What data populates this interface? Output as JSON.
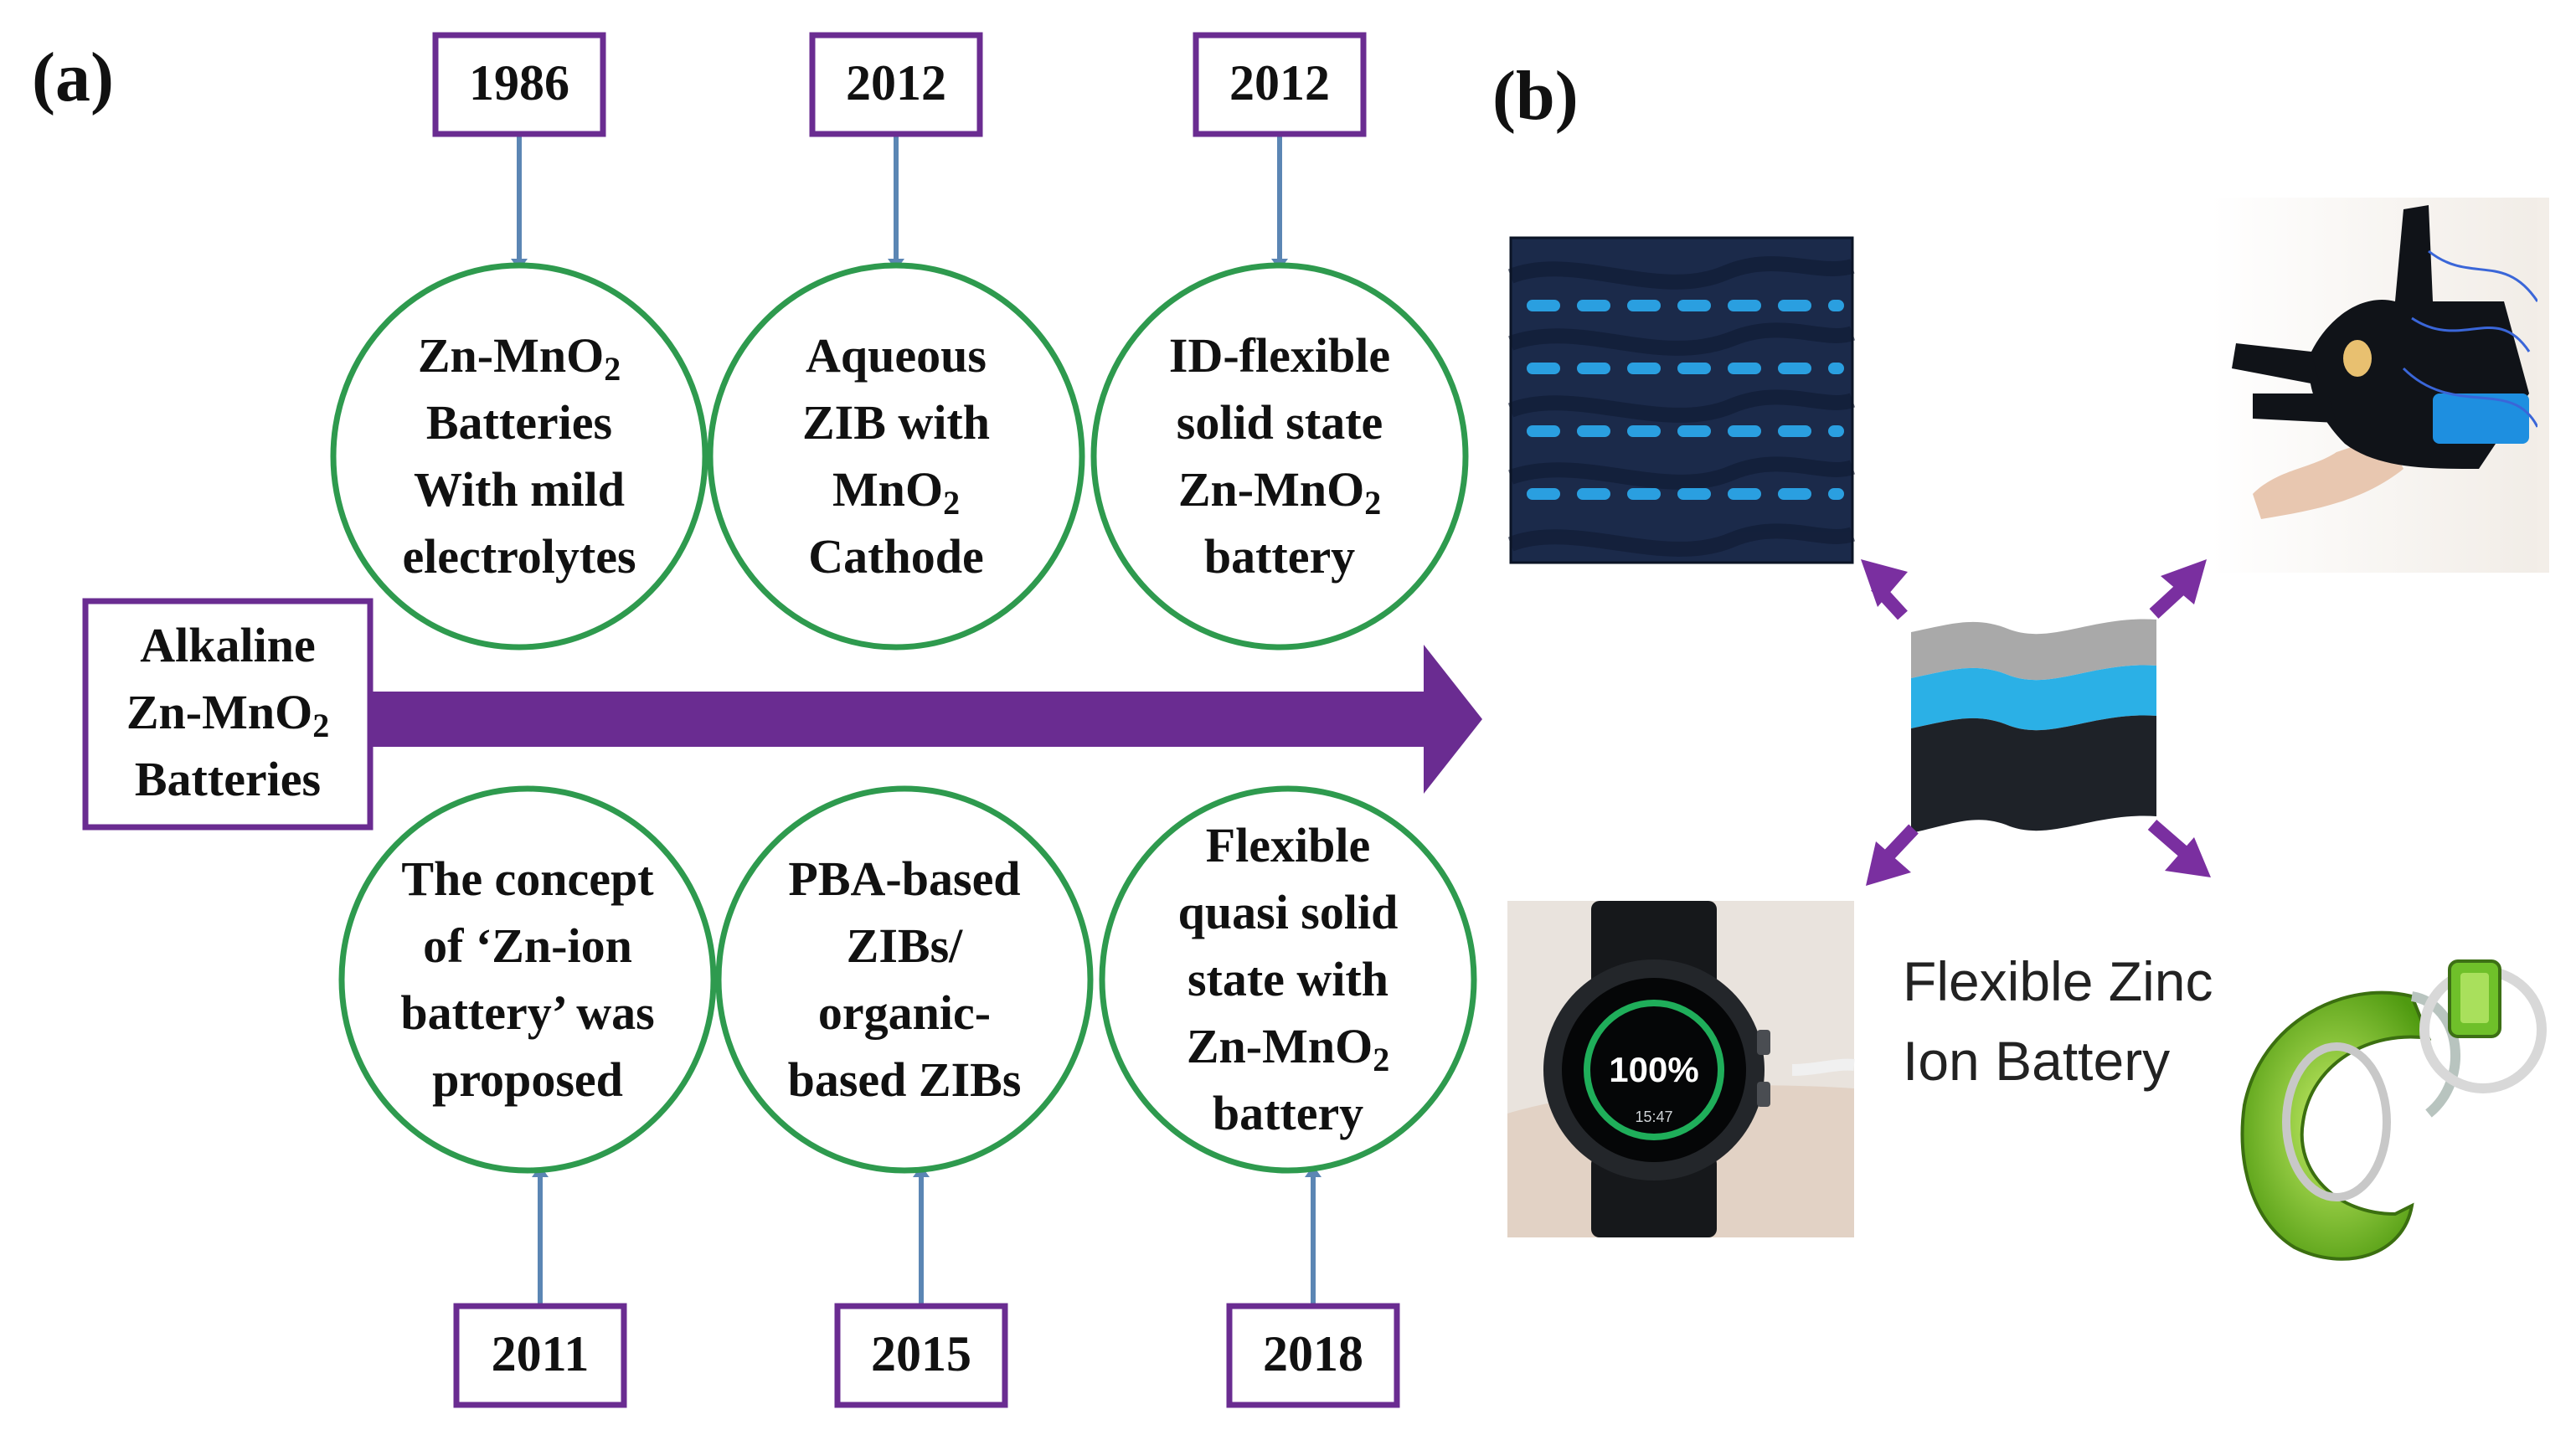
{
  "panel_a": {
    "label": "(a)",
    "start_box": {
      "lines": [
        [
          "Alkaline"
        ],
        [
          "Zn-MnO",
          "2"
        ],
        [
          "Batteries"
        ]
      ]
    },
    "top_events": [
      {
        "year": "1986",
        "lines": [
          [
            "Zn-MnO",
            "2"
          ],
          [
            "Batteries"
          ],
          [
            "With mild"
          ],
          [
            "electrolytes"
          ]
        ]
      },
      {
        "year": "2012",
        "lines": [
          [
            "Aqueous"
          ],
          [
            "ZIB with"
          ],
          [
            "MnO",
            "2"
          ],
          [
            "Cathode"
          ]
        ]
      },
      {
        "year": "2012",
        "lines": [
          [
            "ID-flexible"
          ],
          [
            "solid state"
          ],
          [
            "Zn-MnO",
            "2"
          ],
          [
            "battery"
          ]
        ]
      }
    ],
    "bottom_events": [
      {
        "year": "2011",
        "lines": [
          [
            "The concept"
          ],
          [
            "of ‘Zn-ion"
          ],
          [
            "battery’ was"
          ],
          [
            "proposed"
          ]
        ]
      },
      {
        "year": "2015",
        "lines": [
          [
            "PBA-based"
          ],
          [
            "ZIBs/"
          ],
          [
            "organic-"
          ],
          [
            "based ZIBs"
          ]
        ]
      },
      {
        "year": "2018",
        "lines": [
          [
            "Flexible"
          ],
          [
            "quasi solid"
          ],
          [
            "state with"
          ],
          [
            "Zn-MnO",
            "2"
          ],
          [
            "battery"
          ]
        ]
      }
    ]
  },
  "panel_b": {
    "label": "(b)",
    "caption_line1": "Flexible Zinc",
    "caption_line2": "Ion Battery",
    "watch_display": {
      "percent": "100%",
      "time": "15:47"
    },
    "photos": [
      "woven-fabric-photo",
      "smart-glove-photo",
      "smartwatch-photo",
      "wrist-band-device-photo"
    ]
  },
  "colors": {
    "timeline_arrow": "#6a2c91",
    "year_box_border": "#6a2c91",
    "circle_border": "#2e9a4e",
    "connector": "#5b86b4",
    "battery_layers": [
      "#a9a9a9",
      "#2bb0e6",
      "#1e2228"
    ]
  }
}
